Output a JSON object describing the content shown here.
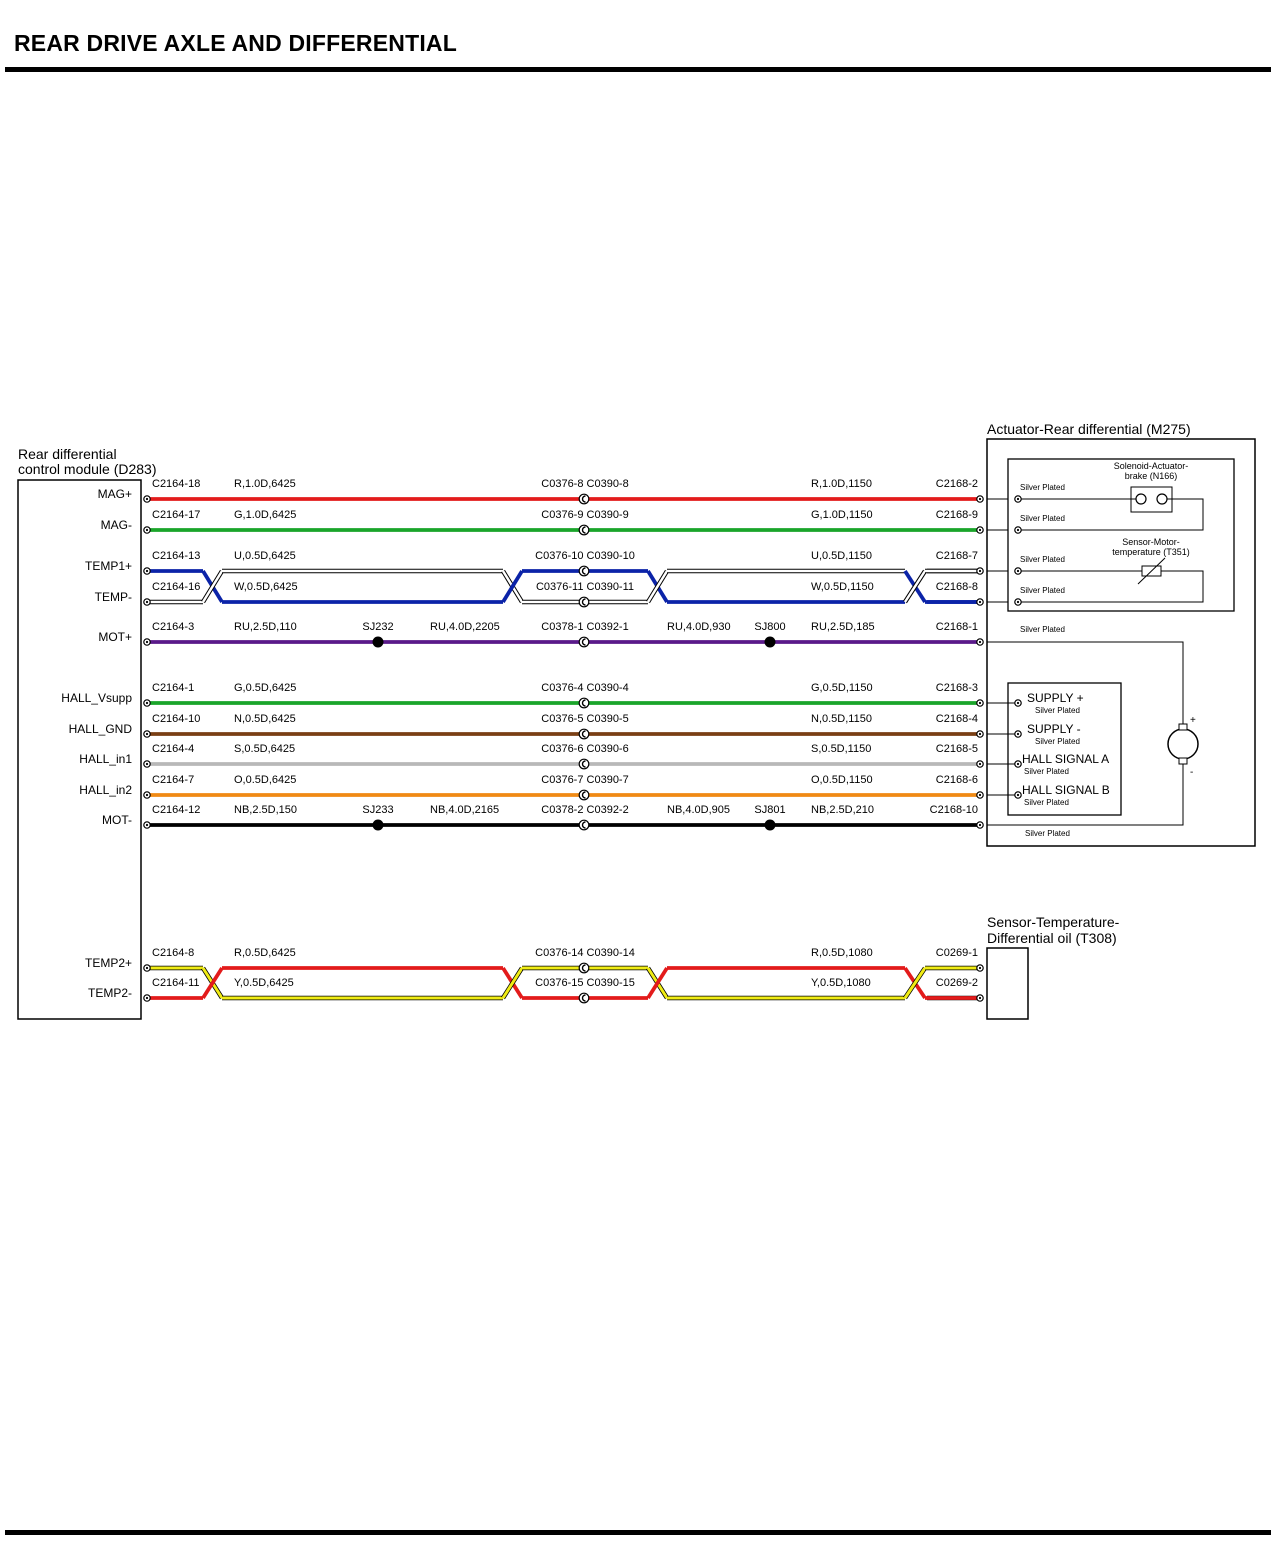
{
  "title": "REAR DRIVE AXLE AND DIFFERENTIAL",
  "colors": {
    "red": "#e31b1b",
    "green": "#1aa52a",
    "blue": "#0b23a8",
    "white_wire": "#ffffff",
    "purple": "#5a1a8a",
    "brown": "#7a3f14",
    "grey": "#b8b8b8",
    "orange": "#f08a14",
    "black": "#000000",
    "yellow": "#f0ec14"
  },
  "components": {
    "module": {
      "label_line1": "Rear differential",
      "label_line2": "control module (D283)"
    },
    "actuator": {
      "label": "Actuator-Rear differential (M275)"
    },
    "solenoid": {
      "label_line1": "Solenoid-Actuator-",
      "label_line2": "brake (N166)"
    },
    "motor_temp": {
      "label_line1": "Sensor-Motor-",
      "label_line2": "temperature (T351)"
    },
    "oil_sensor": {
      "label_line1": "Sensor-Temperature-",
      "label_line2": "Differential oil (T308)"
    }
  },
  "module_pins": [
    "MAG+",
    "MAG-",
    "TEMP1+",
    "TEMP-",
    "MOT+",
    "HALL_Vsupp",
    "HALL_GND",
    "HALL_in1",
    "HALL_in2",
    "MOT-",
    "TEMP2+",
    "TEMP2-"
  ],
  "silver_plated": "Silver Plated",
  "hall_pins": [
    "SUPPLY +",
    "SUPPLY -",
    "HALL SIGNAL A",
    "HALL SIGNAL B"
  ],
  "motor_polarity": {
    "plus": "+",
    "minus": "-"
  },
  "wires": [
    {
      "id": "mag-plus",
      "pin": "MAG+",
      "color": "red",
      "c1": "C2164-18",
      "spec1": "R,1.0D,6425",
      "mid": "C0376-8 C0390-8",
      "spec2": "R,1.0D,1150",
      "c2": "C2168-2"
    },
    {
      "id": "mag-minus",
      "pin": "MAG-",
      "color": "green",
      "c1": "C2164-17",
      "spec1": "G,1.0D,6425",
      "mid": "C0376-9 C0390-9",
      "spec2": "G,1.0D,1150",
      "c2": "C2168-9"
    },
    {
      "id": "temp1-plus",
      "pin": "TEMP1+",
      "color": "blue",
      "c1": "C2164-13",
      "spec1": "U,0.5D,6425",
      "mid": "C0376-10 C0390-10",
      "spec2": "U,0.5D,1150",
      "c2": "C2168-7"
    },
    {
      "id": "temp-minus",
      "pin": "TEMP-",
      "color": "white_wire",
      "c1": "C2164-16",
      "spec1": "W,0.5D,6425",
      "mid": "C0376-11 C0390-11",
      "spec2": "W,0.5D,1150",
      "c2": "C2168-8"
    },
    {
      "id": "mot-plus",
      "pin": "MOT+",
      "color": "purple",
      "c1": "C2164-3",
      "spec1": "RU,2.5D,110",
      "splice1": "SJ232",
      "spec1b": "RU,4.0D,2205",
      "mid": "C0378-1 C0392-1",
      "spec2b": "RU,4.0D,930",
      "splice2": "SJ800",
      "spec2": "RU,2.5D,185",
      "c2": "C2168-1"
    },
    {
      "id": "hall-vsupp",
      "pin": "HALL_Vsupp",
      "color": "green",
      "c1": "C2164-1",
      "spec1": "G,0.5D,6425",
      "mid": "C0376-4 C0390-4",
      "spec2": "G,0.5D,1150",
      "c2": "C2168-3"
    },
    {
      "id": "hall-gnd",
      "pin": "HALL_GND",
      "color": "brown",
      "c1": "C2164-10",
      "spec1": "N,0.5D,6425",
      "mid": "C0376-5 C0390-5",
      "spec2": "N,0.5D,1150",
      "c2": "C2168-4"
    },
    {
      "id": "hall-in1",
      "pin": "HALL_in1",
      "color": "grey",
      "c1": "C2164-4",
      "spec1": "S,0.5D,6425",
      "mid": "C0376-6 C0390-6",
      "spec2": "S,0.5D,1150",
      "c2": "C2168-5"
    },
    {
      "id": "hall-in2",
      "pin": "HALL_in2",
      "color": "orange",
      "c1": "C2164-7",
      "spec1": "O,0.5D,6425",
      "mid": "C0376-7 C0390-7",
      "spec2": "O,0.5D,1150",
      "c2": "C2168-6"
    },
    {
      "id": "mot-minus",
      "pin": "MOT-",
      "color": "black",
      "c1": "C2164-12",
      "spec1": "NB,2.5D,150",
      "splice1": "SJ233",
      "spec1b": "NB,4.0D,2165",
      "mid": "C0378-2 C0392-2",
      "spec2b": "NB,4.0D,905",
      "splice2": "SJ801",
      "spec2": "NB,2.5D,210",
      "c2": "C2168-10"
    },
    {
      "id": "temp2-plus",
      "pin": "TEMP2+",
      "color": "red",
      "c1": "C2164-8",
      "spec1": "R,0.5D,6425",
      "mid": "C0376-14 C0390-14",
      "spec2": "R,0.5D,1080",
      "c2": "C0269-1"
    },
    {
      "id": "temp2-minus",
      "pin": "TEMP2-",
      "color": "yellow",
      "c1": "C2164-11",
      "spec1": "Y,0.5D,6425",
      "mid": "C0376-15 C0390-15",
      "spec2": "Y,0.5D,1080",
      "c2": "C0269-2"
    }
  ]
}
